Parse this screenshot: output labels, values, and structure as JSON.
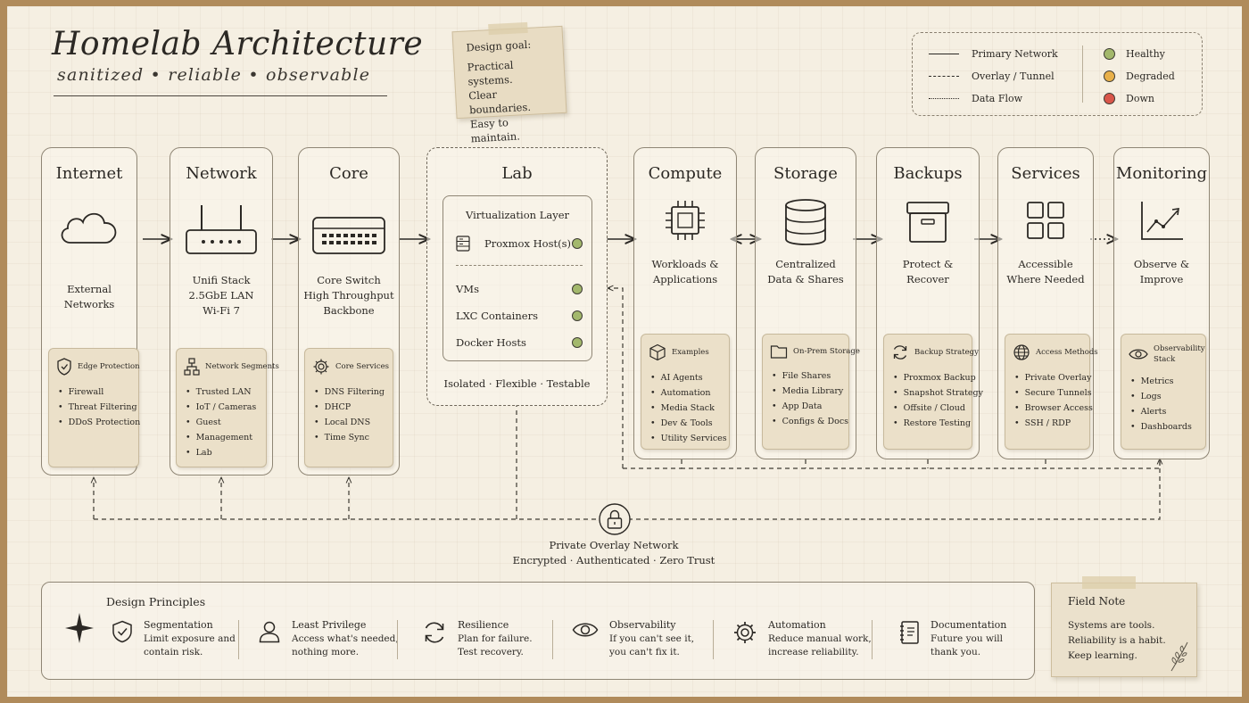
{
  "header": {
    "title": "Homelab Architecture",
    "subtitle": "sanitized • reliable • observable"
  },
  "goal_note": {
    "heading": "Design goal:",
    "lines": [
      "Practical systems.",
      "Clear boundaries.",
      "Easy to maintain."
    ]
  },
  "legend": {
    "lines": [
      {
        "label": "Primary Network",
        "style": "solid"
      },
      {
        "label": "Overlay / Tunnel",
        "style": "dashed"
      },
      {
        "label": "Data Flow",
        "style": "dotted"
      }
    ],
    "statuses": [
      {
        "label": "Healthy",
        "color": "#a3b86c"
      },
      {
        "label": "Degraded",
        "color": "#e8b04a"
      },
      {
        "label": "Down",
        "color": "#d9564a"
      }
    ]
  },
  "columns": {
    "internet": {
      "title": "Internet",
      "icon": "cloud-icon",
      "desc": [
        "External",
        "Networks"
      ],
      "card": {
        "heading": "Edge Protection",
        "icon": "shield-icon",
        "items": [
          "Firewall",
          "Threat Filtering",
          "DDoS Protection"
        ]
      }
    },
    "network": {
      "title": "Network",
      "icon": "router-icon",
      "desc": [
        "Unifi Stack",
        "2.5GbE LAN",
        "Wi-Fi 7"
      ],
      "card": {
        "heading": "Network Segments",
        "icon": "network-tree-icon",
        "items": [
          "Trusted LAN",
          "IoT / Cameras",
          "Guest",
          "Management",
          "Lab"
        ]
      }
    },
    "core": {
      "title": "Core",
      "icon": "switch-icon",
      "desc": [
        "Core Switch",
        "High Throughput",
        "Backbone"
      ],
      "card": {
        "heading": "Core Services",
        "icon": "gear-icon",
        "items": [
          "DNS Filtering",
          "DHCP",
          "Local DNS",
          "Time Sync"
        ]
      }
    },
    "lab": {
      "title": "Lab",
      "layer_title": "Virtualization Layer",
      "host": "Proxmox Host(s)",
      "items": [
        "VMs",
        "LXC Containers",
        "Docker Hosts"
      ],
      "footer": "Isolated · Flexible · Testable"
    },
    "compute": {
      "title": "Compute",
      "icon": "cpu-icon",
      "desc": [
        "Workloads &",
        "Applications"
      ],
      "card": {
        "heading": "Examples",
        "icon": "box-icon",
        "items": [
          "AI Agents",
          "Automation",
          "Media Stack",
          "Dev & Tools",
          "Utility Services"
        ]
      }
    },
    "storage": {
      "title": "Storage",
      "icon": "database-icon",
      "desc": [
        "Centralized",
        "Data & Shares"
      ],
      "card": {
        "heading": "On-Prem Storage",
        "icon": "folder-icon",
        "items": [
          "File Shares",
          "Media Library",
          "App Data",
          "Configs & Docs"
        ]
      }
    },
    "backups": {
      "title": "Backups",
      "icon": "archive-box-icon",
      "desc": [
        "Protect &",
        "Recover"
      ],
      "card": {
        "heading": "Backup Strategy",
        "icon": "refresh-icon",
        "items": [
          "Proxmox Backup",
          "Snapshot Strategy",
          "Offsite / Cloud",
          "Restore Testing"
        ]
      }
    },
    "services": {
      "title": "Services",
      "icon": "grid-icon",
      "desc": [
        "Accessible",
        "Where Needed"
      ],
      "card": {
        "heading": "Access Methods",
        "icon": "globe-icon",
        "items": [
          "Private Overlay",
          "Secure Tunnels",
          "Browser Access",
          "SSH / RDP"
        ]
      }
    },
    "monitoring": {
      "title": "Monitoring",
      "icon": "line-chart-icon",
      "desc": [
        "Observe &",
        "Improve"
      ],
      "card": {
        "heading": "Observability Stack",
        "icon": "eye-icon",
        "items": [
          "Metrics",
          "Logs",
          "Alerts",
          "Dashboards"
        ]
      }
    }
  },
  "overlay": {
    "title": "Private Overlay Network",
    "subtitle": "Encrypted · Authenticated · Zero Trust"
  },
  "principles": {
    "title": "Design Principles",
    "items": [
      {
        "name": "Segmentation",
        "l1": "Limit exposure and",
        "l2": "contain risk.",
        "icon": "shield-icon"
      },
      {
        "name": "Least Privilege",
        "l1": "Access what's needed,",
        "l2": "nothing more.",
        "icon": "user-icon"
      },
      {
        "name": "Resilience",
        "l1": "Plan for failure.",
        "l2": "Test recovery.",
        "icon": "refresh-icon"
      },
      {
        "name": "Observability",
        "l1": "If you can't see it,",
        "l2": "you can't fix it.",
        "icon": "eye-icon"
      },
      {
        "name": "Automation",
        "l1": "Reduce manual work,",
        "l2": "increase reliability.",
        "icon": "gear-icon"
      },
      {
        "name": "Documentation",
        "l1": "Future you will",
        "l2": "thank you.",
        "icon": "notebook-icon"
      }
    ]
  },
  "field_note": {
    "heading": "Field Note",
    "lines": [
      "Systems are tools.",
      "Reliability is a habit.",
      "Keep learning."
    ]
  }
}
